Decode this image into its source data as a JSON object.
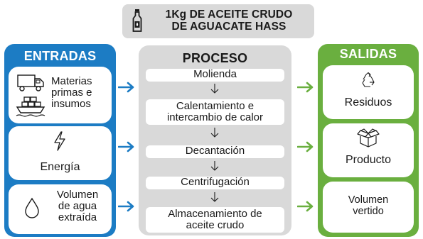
{
  "title": {
    "line1": "1Kg DE ACEITE CRUDO",
    "line2": "DE AGUACATE HASS",
    "icon": "oil-bottle-icon"
  },
  "entradas": {
    "heading": "ENTRADAS",
    "items": [
      {
        "lines": [
          "Materias",
          "primas e",
          "insumos"
        ],
        "icons": [
          "truck-icon",
          "ship-icon"
        ]
      },
      {
        "lines": [
          "Energía"
        ],
        "icons": [
          "lightning-icon"
        ]
      },
      {
        "lines": [
          "Volumen",
          "de agua",
          "extraída"
        ],
        "icons": [
          "water-drop-icon"
        ]
      }
    ]
  },
  "proceso": {
    "heading": "PROCESO",
    "steps": [
      {
        "lines": [
          "Molienda"
        ]
      },
      {
        "lines": [
          "Calentamiento e",
          "intercambio de calor"
        ]
      },
      {
        "lines": [
          "Decantación"
        ]
      },
      {
        "lines": [
          "Centrifugación"
        ]
      },
      {
        "lines": [
          "Almacenamiento de",
          "aceite crudo"
        ]
      }
    ]
  },
  "salidas": {
    "heading": "SALIDAS",
    "items": [
      {
        "lines": [
          "Residuos"
        ],
        "icons": [
          "recycle-icon"
        ]
      },
      {
        "lines": [
          "Producto"
        ],
        "icons": [
          "box-icon"
        ]
      },
      {
        "lines": [
          "Volumen",
          "vertido"
        ],
        "icons": []
      }
    ]
  },
  "colors": {
    "entradas": "#1c7cc4",
    "proceso": "#d9d9d9",
    "salidas": "#6aaf3f"
  }
}
